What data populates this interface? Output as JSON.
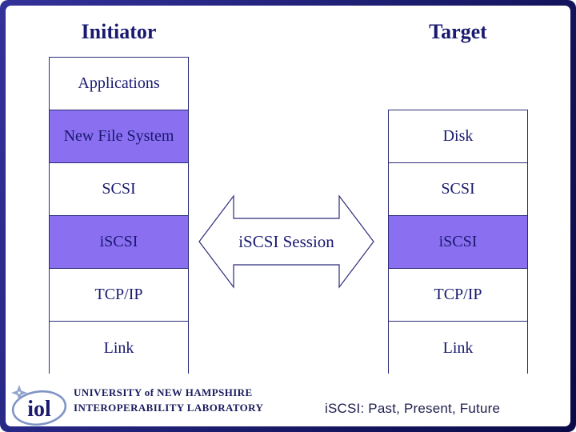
{
  "slide": {
    "title_left": "Initiator",
    "title_right": "Target",
    "initiator_stack": {
      "layers": [
        {
          "label": "Applications",
          "highlight": false
        },
        {
          "label": "New File System",
          "highlight": true
        },
        {
          "label": "SCSI",
          "highlight": false
        },
        {
          "label": "iSCSI",
          "highlight": true
        },
        {
          "label": "TCP/IP",
          "highlight": false
        },
        {
          "label": "Link",
          "highlight": false
        }
      ]
    },
    "target_stack": {
      "layers": [
        {
          "label": "Disk",
          "highlight": false
        },
        {
          "label": "SCSI",
          "highlight": false
        },
        {
          "label": "iSCSI",
          "highlight": true
        },
        {
          "label": "TCP/IP",
          "highlight": false
        },
        {
          "label": "Link",
          "highlight": false
        }
      ]
    },
    "arrow_label": "iSCSI Session",
    "footer": {
      "logo_text": "iol",
      "org_line1": "UNIVERSITY of NEW HAMPSHIRE",
      "org_line2": "INTEROPERABILITY LABORATORY",
      "deck_title": "iSCSI: Past, Present, Future"
    },
    "colors": {
      "highlight_purple": "#8a6ff0",
      "ink_navy": "#191970",
      "frame_navy": "#1d1d74",
      "logo_stroke_blue": "#8095c5"
    }
  }
}
